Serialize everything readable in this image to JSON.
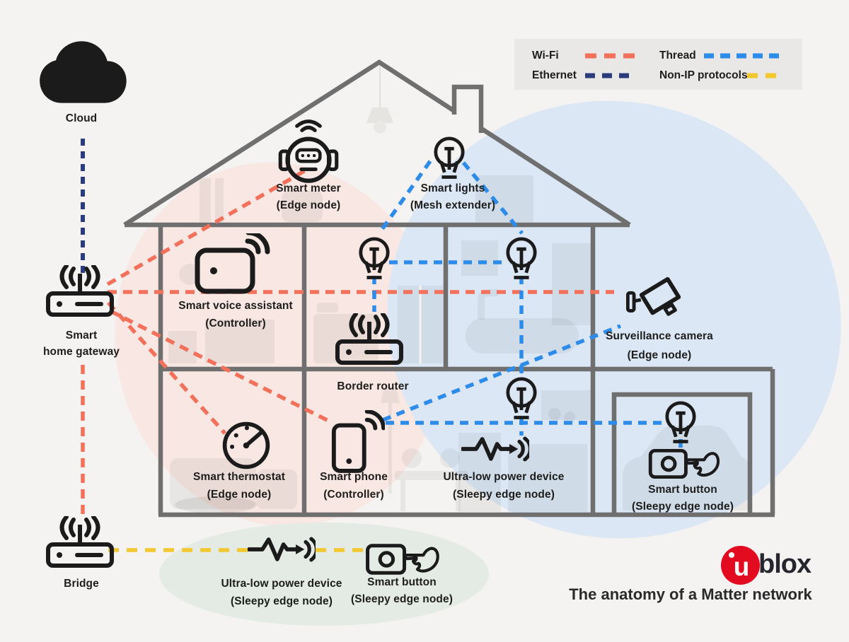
{
  "legend": {
    "items": [
      {
        "label": "Wi-Fi",
        "color": "#f3705b"
      },
      {
        "label": "Thread",
        "color": "#2d8cea"
      },
      {
        "label": "Ethernet",
        "color": "#2b3c7c"
      },
      {
        "label": "Non-IP protocols",
        "color": "#f3c72f"
      }
    ]
  },
  "nodes": {
    "cloud": {
      "label": "Cloud"
    },
    "gateway": {
      "label_line1": "Smart",
      "label_line2": "home gateway"
    },
    "smart_meter": {
      "label": "Smart meter",
      "sublabel": "(Edge node)"
    },
    "smart_lights": {
      "label": "Smart lights",
      "sublabel": "(Mesh extender)"
    },
    "voice_assistant": {
      "label": "Smart voice assistant",
      "sublabel": "(Controller)"
    },
    "border_router": {
      "label": "Border router"
    },
    "camera": {
      "label": "Surveillance camera",
      "sublabel": "(Edge node)"
    },
    "thermostat": {
      "label": "Smart thermostat",
      "sublabel": "(Edge node)"
    },
    "smart_phone": {
      "label": "Smart phone",
      "sublabel": "(Controller)"
    },
    "ulp_indoor": {
      "label": "Ultra-low power device",
      "sublabel": "(Sleepy edge node)"
    },
    "smart_button_indoor": {
      "label": "Smart button",
      "sublabel": "(Sleepy edge node)"
    },
    "bridge": {
      "label": "Bridge"
    },
    "ulp_outdoor": {
      "label": "Ultra-low power device",
      "sublabel": "(Sleepy edge node)"
    },
    "smart_button_outdoor": {
      "label": "Smart button",
      "sublabel": "(Sleepy edge node)"
    }
  },
  "connections": [
    {
      "from": "cloud",
      "to": "gateway",
      "protocol": "Ethernet"
    },
    {
      "from": "gateway",
      "to": "smart_meter",
      "protocol": "Wi-Fi"
    },
    {
      "from": "gateway",
      "to": "surveillance_camera",
      "protocol": "Wi-Fi"
    },
    {
      "from": "gateway",
      "to": "smart_thermostat",
      "protocol": "Wi-Fi"
    },
    {
      "from": "gateway",
      "to": "smart_phone",
      "protocol": "Wi-Fi"
    },
    {
      "from": "gateway",
      "to": "bridge",
      "protocol": "Wi-Fi"
    },
    {
      "from": "smart_lights",
      "to": "ceiling_bulb_left",
      "protocol": "Thread"
    },
    {
      "from": "smart_lights",
      "to": "ceiling_bulb_right",
      "protocol": "Thread"
    },
    {
      "from": "ceiling_bulb_left",
      "to": "ceiling_bulb_right",
      "protocol": "Thread"
    },
    {
      "from": "ceiling_bulb_left",
      "to": "border_router",
      "protocol": "Thread"
    },
    {
      "from": "ceiling_bulb_right",
      "to": "ulp_indoor",
      "protocol": "Thread"
    },
    {
      "from": "smart_phone",
      "to": "smart_button_indoor",
      "protocol": "Thread"
    },
    {
      "from": "smart_phone",
      "to": "surveillance_camera",
      "protocol": "Thread"
    },
    {
      "from": "bridge",
      "to": "ulp_outdoor",
      "protocol": "Non-IP protocols"
    },
    {
      "from": "ulp_outdoor",
      "to": "smart_button_outdoor",
      "protocol": "Non-IP protocols"
    }
  ],
  "footer": {
    "brand_u": "u",
    "brand_rest": "blox",
    "title": "The anatomy of a Matter network"
  }
}
